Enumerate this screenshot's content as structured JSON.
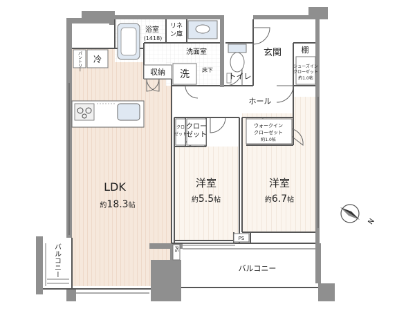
{
  "rooms": {
    "bath": {
      "name": "浴室",
      "size": "(1418)"
    },
    "linen": {
      "line1": "リネ",
      "line2": "ン庫"
    },
    "washroom": "洗面室",
    "wash": "洗",
    "floor_storage": "床下",
    "toilet": "トイレ",
    "entrance": "玄関",
    "shelf": "棚",
    "shoes_closet": {
      "line1": "シューズイン",
      "line2": "クローゼット",
      "area": "約1.0帖"
    },
    "pantry": "パントリー",
    "fridge": "冷",
    "storage": "収納",
    "hall": "ホール",
    "closet": {
      "line1": "クロー",
      "line2": "ゼット"
    },
    "closet_small": {
      "line1": "クロ",
      "line2": "ゼット"
    },
    "walkin": {
      "line1": "ウォークイン",
      "line2": "クローゼット",
      "area": "約1.0帖"
    },
    "ldk": {
      "name": "LDK",
      "area_prefix": "約",
      "area_value": "18.3",
      "area_unit": "帖"
    },
    "western1": {
      "name": "洋室",
      "area_prefix": "約",
      "area_value": "5.5",
      "area_unit": "帖"
    },
    "western2": {
      "name": "洋室",
      "area_prefix": "約",
      "area_value": "6.7",
      "area_unit": "帖"
    },
    "ps1": "PS",
    "ps2": "PS",
    "balcony_main": "バルコニー",
    "balcony_side": "バルコニー"
  },
  "compass": {
    "label": "N"
  },
  "colors": {
    "wall": "#8f8f8f",
    "floor_wood": "#f6e8dc",
    "floor_grain": "#eed9c8",
    "floor_white": "#ffffff",
    "fixture_blue": "#dfe8f2",
    "line": "#555555"
  }
}
